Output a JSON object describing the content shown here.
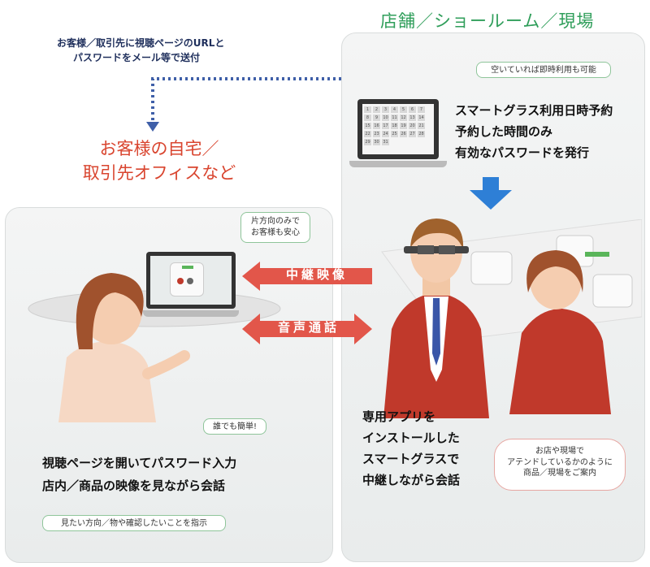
{
  "top_title": "店舗／ショールーム／現場",
  "send_note": {
    "line1": "お客様／取引先に視聴ページのURLと",
    "line2": "パスワードをメール等で送付"
  },
  "customer_location": {
    "line1": "お客様の自宅／",
    "line2": "取引先オフィスなど"
  },
  "right_panel": {
    "bubble_top": "空いていれば即時利用も可能",
    "booking": {
      "line1": "スマートグラス利用日時予約",
      "line2": "予約した時間のみ",
      "line3": "有効なパスワードを発行"
    },
    "app_text": {
      "line1": "専用アプリを",
      "line2": "インストールした",
      "line3": "スマートグラスで",
      "line4": "中継しながら会話"
    },
    "bubble_pink": {
      "line1": "お店や現場で",
      "line2": "アテンドしているかのように",
      "line3": "商品／現場をご案内"
    }
  },
  "left_panel": {
    "bubble_oneway": {
      "line1": "片方向のみで",
      "line2": "お客様も安心"
    },
    "bubble_easy": "誰でも簡単!",
    "main_text": {
      "line1": "視聴ページを開いてパスワード入力",
      "line2": "店内／商品の映像を見ながら会話"
    },
    "bubble_bottom": "見たい方向／物や確認したいことを指示"
  },
  "arrows": {
    "relay": "中継映像",
    "voice": "音声通話"
  },
  "calendar": {
    "days": [
      "1",
      "2",
      "3",
      "4",
      "5",
      "6",
      "7",
      "8",
      "9",
      "10",
      "11",
      "12",
      "13",
      "14",
      "15",
      "16",
      "17",
      "18",
      "19",
      "20",
      "21",
      "22",
      "23",
      "24",
      "25",
      "26",
      "27",
      "28",
      "29",
      "30",
      "31"
    ]
  },
  "colors": {
    "title_green": "#2f9e5a",
    "location_red": "#d9452f",
    "arrow_red": "#e2564a",
    "arrow_blue": "#2e7fd6",
    "dotted_blue": "#3f5fa8"
  }
}
